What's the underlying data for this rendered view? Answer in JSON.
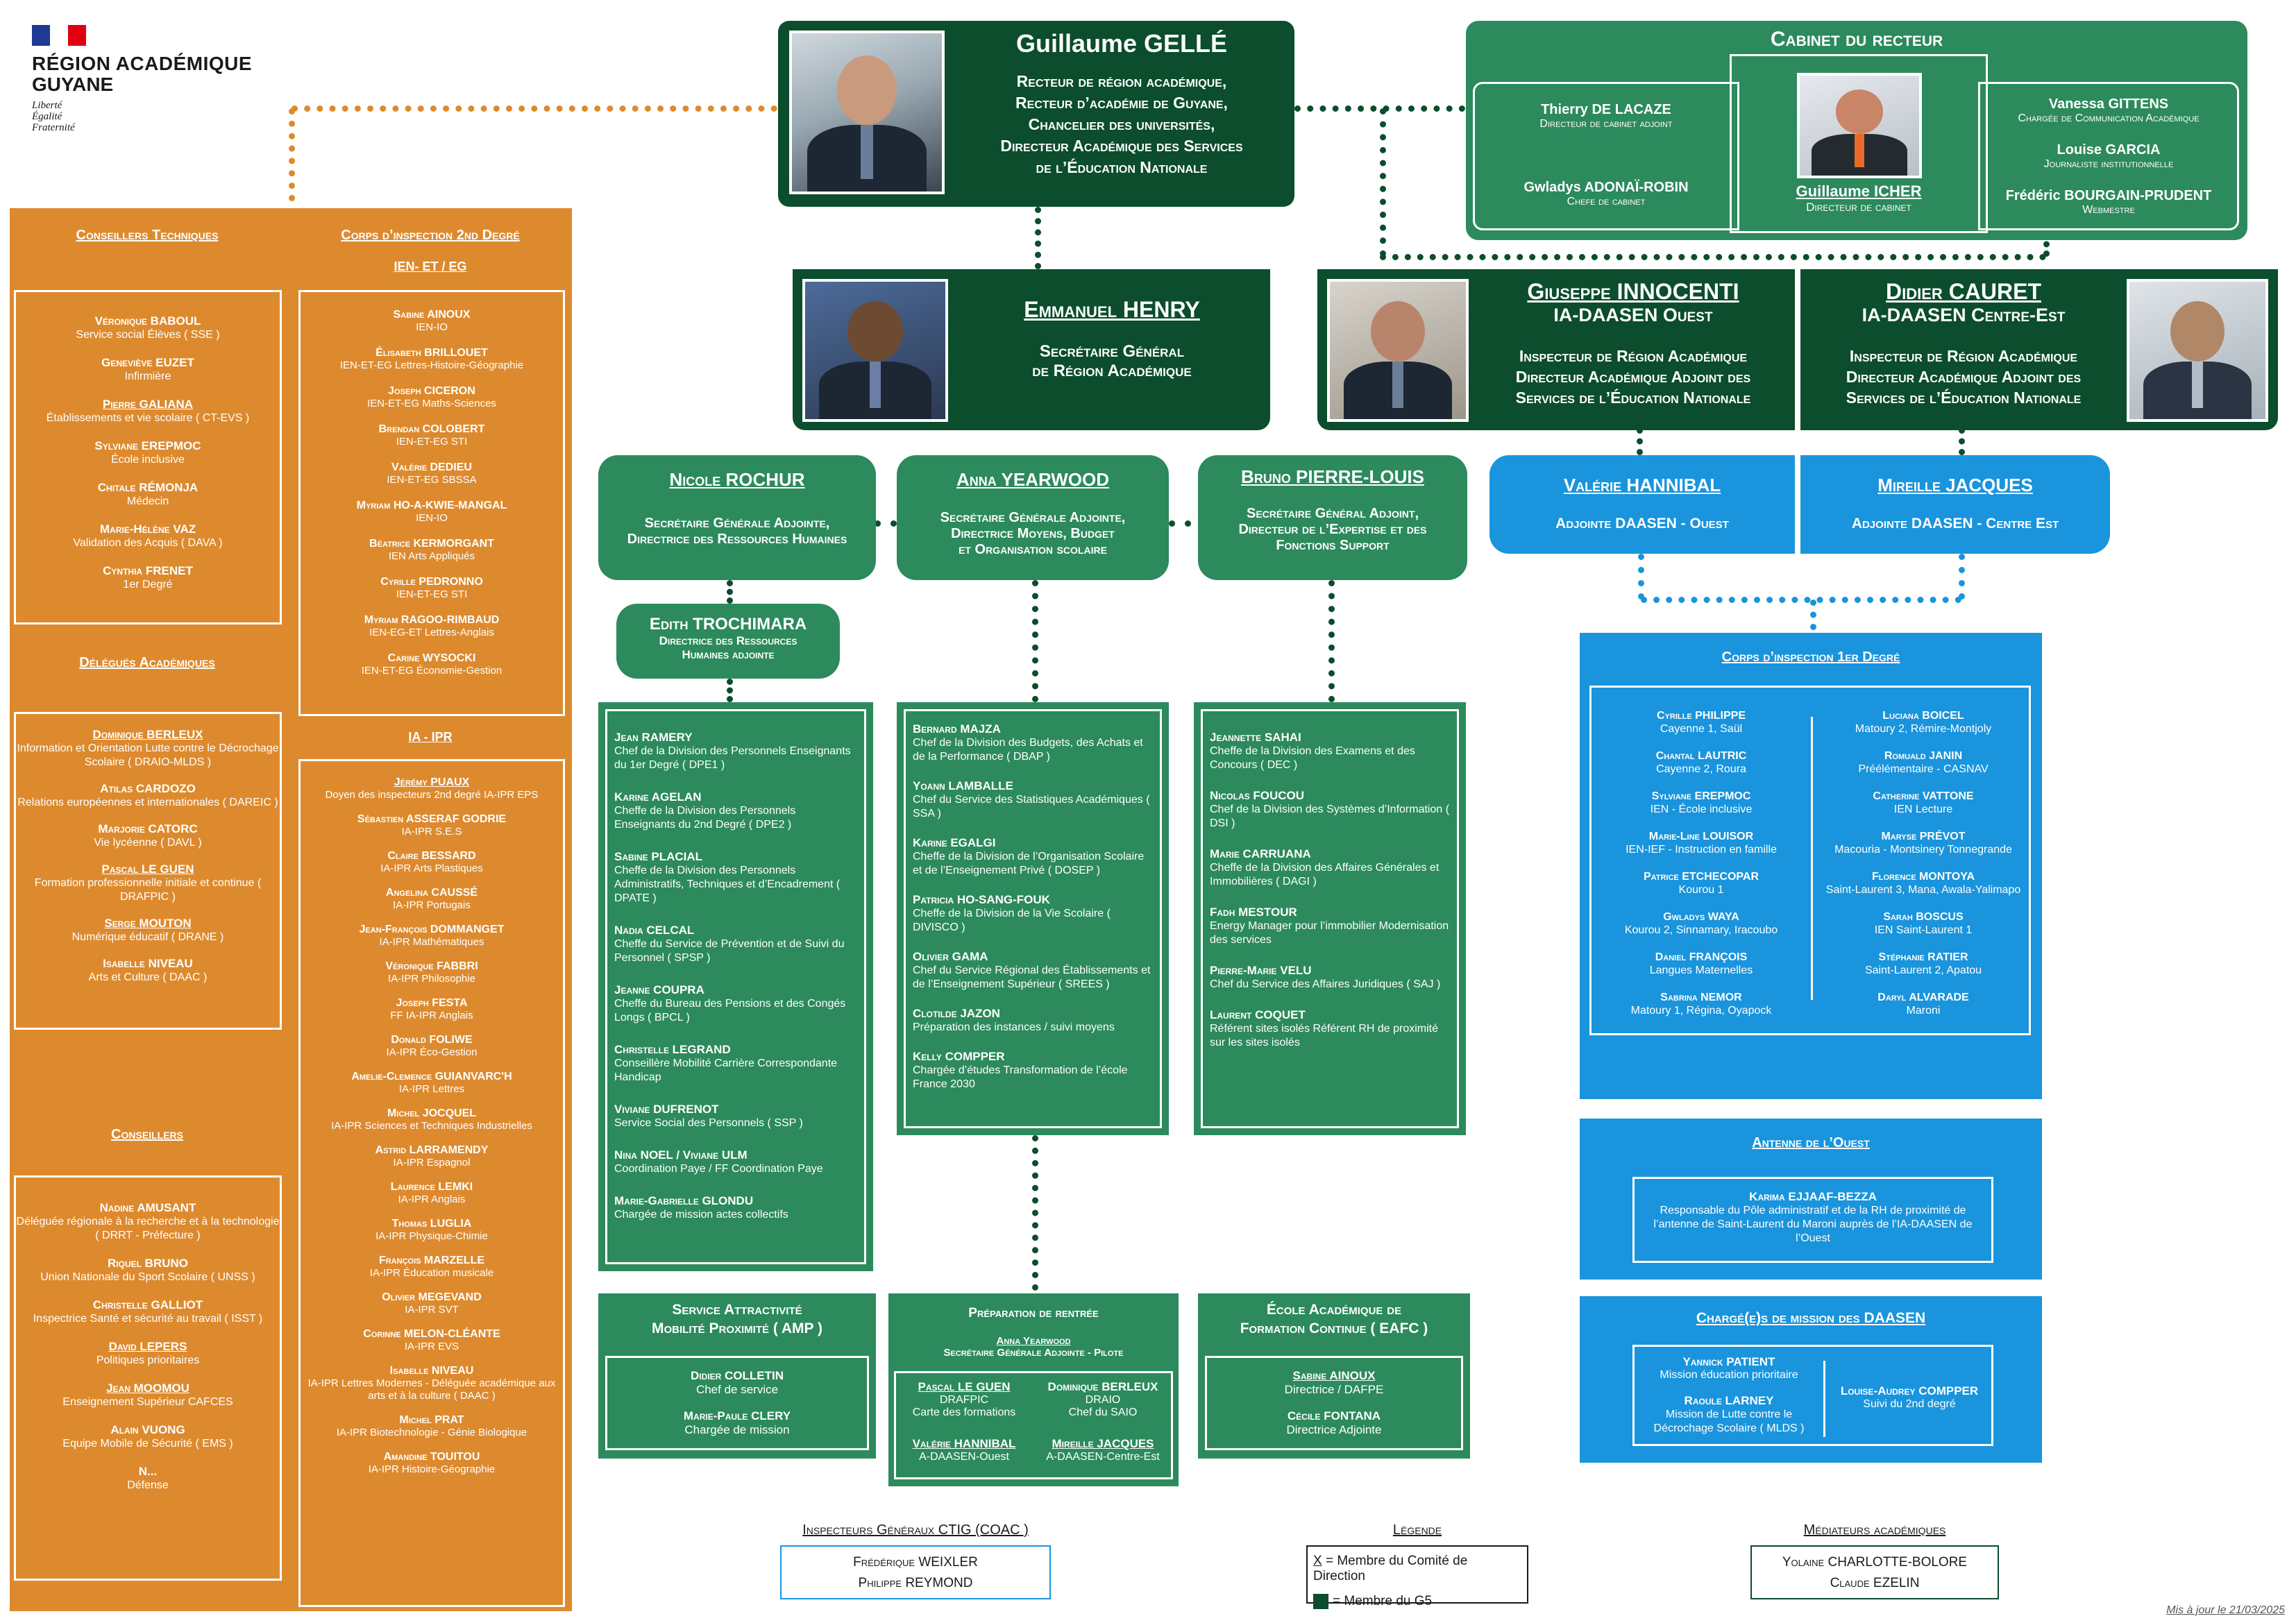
{
  "brand": {
    "line1": "RÉGION ACADÉMIQUE",
    "line2": "GUYANE",
    "motto1": "Liberté",
    "motto2": "Égalité",
    "motto3": "Fraternité"
  },
  "recteur": {
    "name": "Guillaume GELLÉ",
    "titles": [
      "Recteur de région académique,",
      "Recteur d’académie de Guyane,",
      "Chancelier des universités,",
      "Directeur Académique des Services",
      "de l’Éducation Nationale"
    ]
  },
  "cabinet": {
    "title": "Cabinet du recteur",
    "left": [
      {
        "name": "Thierry DE LACAZE",
        "role": "Directeur de cabinet adjoint"
      },
      {
        "name": "Gwladys ADONAÏ-ROBIN",
        "role": "Chefe de cabinet"
      }
    ],
    "center": {
      "name": "Guillaume ICHER",
      "role": "Directeur de cabinet"
    },
    "right": [
      {
        "name": "Vanessa GITTENS",
        "role": "Chargée de Communication Académique"
      },
      {
        "name": "Louise GARCIA",
        "role": "Journaliste institutionnelle"
      },
      {
        "name": "Frédéric BOURGAIN-PRUDENT",
        "role": "Webmestre"
      }
    ]
  },
  "sg": {
    "name": "Emmanuel HENRY",
    "title1": "Secrétaire Général",
    "title2": "de Région Académique"
  },
  "daasen_ouest": {
    "name": "Giuseppe INNOCENTI",
    "sub": "IA-DAASEN Ouest",
    "t1": "Inspecteur de Région Académique",
    "t2": "Directeur Académique Adjoint des",
    "t3": "Services de l’Éducation Nationale"
  },
  "daasen_centre": {
    "name": "Didier CAURET",
    "sub": "IA-DAASEN Centre-Est",
    "t1": "Inspecteur de Région Académique",
    "t2": "Directeur Académique Adjoint des",
    "t3": "Services de l’Éducation Nationale"
  },
  "sga1": {
    "name": "Nicole ROCHUR",
    "t1": "Secrétaire Générale Adjointe,",
    "t2": "Directrice des Ressources Humaines"
  },
  "sga2": {
    "name": "Anna YEARWOOD",
    "t1": "Secrétaire Générale Adjointe,",
    "t2": "Directrice Moyens, Budget",
    "t3": "et Organisation scolaire"
  },
  "sga3": {
    "name": "Bruno PIERRE-LOUIS",
    "t1": "Secrétaire Général Adjoint,",
    "t2": "Directeur de l’Expertise et des",
    "t3": "Fonctions Support"
  },
  "adj_ouest": {
    "name": "Valérie HANNIBAL",
    "role": "Adjointe DAASEN - Ouest"
  },
  "adj_centre": {
    "name": "Mireille JACQUES",
    "role": "Adjointe DAASEN - Centre Est"
  },
  "drh_adj": {
    "name": "Edith TROCHIMARA",
    "t1": "Directrice des Ressources",
    "t2": "Humaines adjointe"
  },
  "col_rh": [
    {
      "name": "Jean RAMERY",
      "role": "Chef de la Division des Personnels Enseignants du 1er Degré ( DPE1 )"
    },
    {
      "name": "Karine AGELAN",
      "role": "Cheffe de la Division des Personnels Enseignants du 2nd Degré ( DPE2 )"
    },
    {
      "name": "Sabine PLACIAL",
      "role": "Cheffe de la Division des Personnels Administratifs, Techniques et d’Encadrement ( DPATE )"
    },
    {
      "name": "Nadia CELCAL",
      "role": "Cheffe du Service de Prévention et de Suivi du Personnel ( SPSP )"
    },
    {
      "name": "Jeanne COUPRA",
      "role": "Cheffe du Bureau des Pensions et des Congés Longs ( BPCL )"
    },
    {
      "name": "Christelle LEGRAND",
      "role": "Conseillère Mobilité Carrière Correspondante Handicap"
    },
    {
      "name": "Viviane DUFRENOT",
      "role": "Service Social des Personnels ( SSP )"
    },
    {
      "name": "Nina NOEL / Viviane ULM",
      "role": "Coordination Paye / FF Coordination Paye"
    },
    {
      "name": "Marie-Gabrielle GLONDU",
      "role": "Chargée de mission actes collectifs"
    }
  ],
  "col_budget": [
    {
      "name": "Bernard MAJZA",
      "role": "Chef de la Division des Budgets, des Achats et de la Performance ( DBAP )"
    },
    {
      "name": "Yoann LAMBALLE",
      "role": "Chef du Service des Statistiques Académiques ( SSA )"
    },
    {
      "name": "Karine EGALGI",
      "role": "Cheffe de la Division de l’Organisation Scolaire et de l’Enseignement Privé ( DOSEP )"
    },
    {
      "name": "Patricia HO-SANG-FOUK",
      "role": "Cheffe de la Division de la Vie Scolaire ( DIVISCO )"
    },
    {
      "name": "Olivier GAMA",
      "role": "Chef du Service Régional des Établissements et de l’Enseignement Supérieur ( SREES )"
    },
    {
      "name": "Clotilde JAZON",
      "role": "Préparation des instances / suivi moyens"
    },
    {
      "name": "Kelly COMPPER",
      "role": "Chargée d’études Transformation de l’école France 2030"
    }
  ],
  "col_support": [
    {
      "name": "Jeannette SAHAI",
      "role": "Cheffe de la Division des Examens et des Concours ( DEC )"
    },
    {
      "name": "Nicolas FOUCOU",
      "role": "Chef de la Division des Systèmes d’Information ( DSI )"
    },
    {
      "name": "Marie CARRUANA",
      "role": "Cheffe de la Division des Affaires Générales et Immobilières ( DAGI )"
    },
    {
      "name": "Fadh MESTOUR",
      "role": "Energy Manager pour l’immobilier Modernisation des services"
    },
    {
      "name": "Pierre-Marie VELU",
      "role": "Chef du Service des Affaires Juridiques ( SAJ )"
    },
    {
      "name": "Laurent COQUET",
      "role": "Référent sites isolés Référent RH de proximité sur les sites isolés"
    }
  ],
  "amp": {
    "t1": "Service Attractivité",
    "t2": "Mobilité Proximité ( AMP )",
    "p1": {
      "name": "Didier COLLETIN",
      "role": "Chef de service"
    },
    "p2": {
      "name": "Marie-Paule CLERY",
      "role": "Chargée de mission"
    }
  },
  "prep": {
    "title": "Préparation de rentrée",
    "lead": "Anna Yearwood",
    "lead_role": "Secrétaire Générale Adjointe - Pilote",
    "people": [
      {
        "name": "Pascal LE GUEN",
        "r1": "DRAFPIC",
        "r2": "Carte des formations"
      },
      {
        "name": "Dominique BERLEUX",
        "r1": "DRAIO",
        "r2": "Chef du SAIO"
      },
      {
        "name": "Valérie HANNIBAL",
        "r1": "A-DAASEN-Ouest",
        "r2": ""
      },
      {
        "name": "Mireille JACQUES",
        "r1": "A-DAASEN-Centre-Est",
        "r2": ""
      }
    ]
  },
  "eafc": {
    "t1": "École Académique de",
    "t2": "Formation Continue ( EAFC )",
    "p1": {
      "name": "Sabine AINOUX",
      "role": "Directrice / DAFPE"
    },
    "p2": {
      "name": "Cécile FONTANA",
      "role": "Directrice Adjointe"
    }
  },
  "ci1": {
    "title": "Corps d’inspection 1er Degré",
    "left": [
      {
        "name": "Cyrille PHILIPPE",
        "role": "Cayenne 1, Saül"
      },
      {
        "name": "Chantal LAUTRIC",
        "role": "Cayenne 2, Roura"
      },
      {
        "name": "Sylviane EREPMOC",
        "role": "IEN - École inclusive"
      },
      {
        "name": "Marie-Line LOUISOR",
        "role": "IEN-IEF - Instruction en famille"
      },
      {
        "name": "Patrice ETCHECOPAR",
        "role": "Kourou 1"
      },
      {
        "name": "Gwladys WAYA",
        "role": "Kourou 2, Sinnamary, Iracoubo"
      },
      {
        "name": "Daniel FRANÇOIS",
        "role": "Langues Maternelles"
      },
      {
        "name": "Sabrina NEMOR",
        "role": "Matoury 1, Régina, Oyapock"
      }
    ],
    "right": [
      {
        "name": "Luciana BOICEL",
        "role": "Matoury 2, Rémire-Montjoly"
      },
      {
        "name": "Romuald JANIN",
        "role": "Préélémentaire - CASNAV"
      },
      {
        "name": "Catherine VATTONE",
        "role": "IEN Lecture"
      },
      {
        "name": "Maryse PRÉVOT",
        "role": "Macouria - Montsinery Tonnegrande"
      },
      {
        "name": "Florence MONTOYA",
        "role": "Saint-Laurent 3, Mana, Awala-Yalimapo"
      },
      {
        "name": "Sarah BOSCUS",
        "role": "IEN Saint-Laurent 1"
      },
      {
        "name": "Stéphanie RATIER",
        "role": "Saint-Laurent 2, Apatou"
      },
      {
        "name": "Daryl ALVARADE",
        "role": "Maroni"
      }
    ]
  },
  "antenne": {
    "title": "Antenne de l’Ouest",
    "name": "Karima EJJAAF-BEZZA",
    "role": "Responsable du Pôle administratif et de la RH de proximité de l’antenne de Saint-Laurent du Maroni auprès de l’IA-DAASEN de l’Ouest"
  },
  "mission": {
    "title": "Chargé(e)s de mission des DAASEN",
    "p1": {
      "name": "Yannick PATIENT",
      "role": "Mission éducation prioritaire"
    },
    "p2": {
      "name": "Raoule LARNEY",
      "role": "Mission de Lutte contre le Décrochage Scolaire ( MLDS )"
    },
    "p3": {
      "name": "Louise-Audrey COMPPER",
      "role": "Suivi du 2nd degré"
    }
  },
  "conseillers_tech": {
    "title": "Conseillers Techniques",
    "items": [
      {
        "name": "Véronique BABOUL",
        "role": "Service social Élèves ( SSE )"
      },
      {
        "name": "Geneviève EUZET",
        "role": "Infirmière"
      },
      {
        "name": "Pierre GALIANA",
        "role": "Établissements et vie scolaire ( CT-EVS )"
      },
      {
        "name": "Sylviane EREPMOC",
        "role": "École inclusive"
      },
      {
        "name": "Chitale RÉMONJA",
        "role": "Médecin"
      },
      {
        "name": "Marie-Hélène VAZ",
        "role": "Validation des Acquis ( DAVA )"
      },
      {
        "name": "Cynthia FRENET",
        "role": "1er Degré"
      }
    ]
  },
  "delegues": {
    "title": "Délégués Académiques",
    "items": [
      {
        "name": "Dominique BERLEUX",
        "role": "Information et Orientation Lutte contre le Décrochage Scolaire ( DRAIO-MLDS )"
      },
      {
        "name": "Atilas CARDOZO",
        "role": "Relations européennes et internationales ( DAREIC )"
      },
      {
        "name": "Marjorie CATORC",
        "role": "Vie lycéenne ( DAVL )"
      },
      {
        "name": "Pascal LE GUEN",
        "role": "Formation professionnelle initiale et continue ( DRAFPIC )"
      },
      {
        "name": "Serge MOUTON",
        "role": "Numérique éducatif ( DRANE )"
      },
      {
        "name": "Isabelle NIVEAU",
        "role": "Arts et Culture ( DAAC )"
      }
    ]
  },
  "conseillers": {
    "title": "Conseillers",
    "items": [
      {
        "name": "Nadine AMUSANT",
        "role": "Déléguée régionale à la recherche et à la technologie ( DRRT - Préfecture )"
      },
      {
        "name": "Riquel BRUNO",
        "role": "Union Nationale du Sport Scolaire ( UNSS )"
      },
      {
        "name": "Christelle GALLIOT",
        "role": "Inspectrice Santé et sécurité au travail ( ISST )"
      },
      {
        "name": "David LEPERS",
        "role": "Politiques prioritaires"
      },
      {
        "name": "Jean MOOMOU",
        "role": "Enseignement Supérieur CAFCES"
      },
      {
        "name": "Alain VUONG",
        "role": "Equipe Mobile de Sécurité ( EMS )"
      },
      {
        "name": "N...",
        "role": "Défense"
      }
    ]
  },
  "ci2": {
    "title": "Corps d’inspection 2nd Degré",
    "sub1": "IEN- ET / EG",
    "ien": [
      {
        "name": "Sabine AINOUX",
        "role": "IEN-IO"
      },
      {
        "name": "Élisabeth BRILLOUET",
        "role": "IEN-ET-EG Lettres-Histoire-Géographie"
      },
      {
        "name": "Joseph CICERON",
        "role": "IEN-ET-EG Maths-Sciences"
      },
      {
        "name": "Brendan COLOBERT",
        "role": "IEN-ET-EG STI"
      },
      {
        "name": "Valérie DEDIEU",
        "role": "IEN-ET-EG SBSSA"
      },
      {
        "name": "Myriam HO-A-KWIE-MANGAL",
        "role": "IEN-IO"
      },
      {
        "name": "Béatrice KERMORGANT",
        "role": "IEN Arts Appliqués"
      },
      {
        "name": "Cyrille PEDRONNO",
        "role": "IEN-ET-EG STI"
      },
      {
        "name": "Myriam RAGOO-RIMBAUD",
        "role": "IEN-EG-ET Lettres-Anglais"
      },
      {
        "name": "Carine WYSOCKI",
        "role": "IEN-ET-EG Économie-Gestion"
      }
    ],
    "sub2": "IA - IPR",
    "ipr": [
      {
        "name": "Jérémy PUAUX",
        "role": "Doyen des inspecteurs 2nd degré IA-IPR EPS"
      },
      {
        "name": "Sébastien ASSERAF GODRIE",
        "role": "IA-IPR S.E.S"
      },
      {
        "name": "Claire BESSARD",
        "role": "IA-IPR Arts Plastiques"
      },
      {
        "name": "Angelina CAUSSÉ",
        "role": "IA-IPR Portugais"
      },
      {
        "name": "Jean-François DOMMANGET",
        "role": "IA-IPR Mathématiques"
      },
      {
        "name": "Véronique FABBRI",
        "role": "IA-IPR Philosophie"
      },
      {
        "name": "Joseph FESTA",
        "role": "FF IA-IPR Anglais"
      },
      {
        "name": "Donald FOLIWE",
        "role": "IA-IPR Éco-Gestion"
      },
      {
        "name": "Amelie-Clemence GUIANVARC'H",
        "role": "IA-IPR Lettres"
      },
      {
        "name": "Michel JOCQUEL",
        "role": "IA-IPR Sciences et Techniques Industrielles"
      },
      {
        "name": "Astrid LARRAMENDY",
        "role": "IA-IPR Espagnol"
      },
      {
        "name": "Laurence LEMKI",
        "role": "IA-IPR Anglais"
      },
      {
        "name": "Thomas LUGLIA",
        "role": "IA-IPR Physique-Chimie"
      },
      {
        "name": "François MARZELLE",
        "role": "IA-IPR Éducation musicale"
      },
      {
        "name": "Olivier MEGEVAND",
        "role": "IA-IPR SVT"
      },
      {
        "name": "Corinne MELON-CLÉANTE",
        "role": "IA-IPR EVS"
      },
      {
        "name": "Isabelle NIVEAU",
        "role": "IA-IPR Lettres Modernes - Déléguée académique aux arts et à la culture ( DAAC )"
      },
      {
        "name": "Michel PRAT",
        "role": "IA-IPR Biotechnologie - Génie Biologique"
      },
      {
        "name": "Amandine TOUITOU",
        "role": "IA-IPR Histoire-Géographie"
      }
    ]
  },
  "igen": {
    "title": "Inspecteurs Généraux CTIG (COAC )",
    "p1": "Frédérique WEIXLER",
    "p2": "Philippe REYMOND"
  },
  "legend": {
    "title": "Légende",
    "x": "X",
    "l1": "= Membre du Comité de Direction",
    "l2": "= Membre du G5"
  },
  "mediateurs": {
    "title": "Médiateurs académiques",
    "p1": "Yolaine CHARLOTTE-BOLORE",
    "p2": "Claude EZELIN"
  },
  "footer": "Mis à jour le 21/03/2025"
}
